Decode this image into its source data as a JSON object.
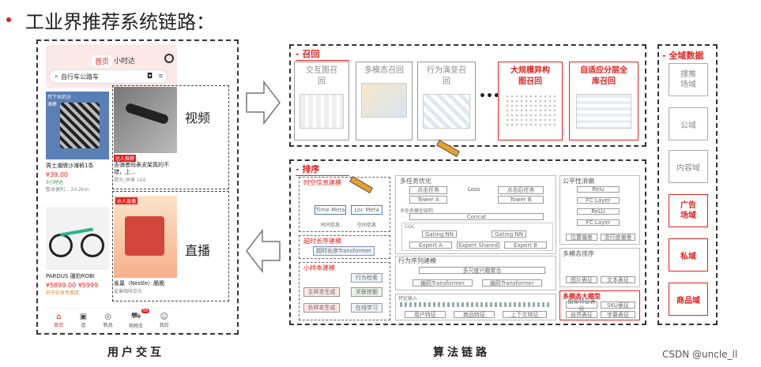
{
  "page": {
    "title": "工业界推荐系统链路：",
    "left_caption": "用户交互",
    "right_caption": "算法链路",
    "watermark": "CSDN @uncle_ll"
  },
  "phone": {
    "tab_home": "首页",
    "tab_hour": "小时达",
    "search_text": "自行车公路车",
    "cards": [
      {
        "tag": "可下水的沙滩裤",
        "title": "男士潮牌沙滩裤1条",
        "price": "¥39.00",
        "sub": "3小时达",
        "meta": "整本便利... 24.2km"
      },
      {
        "tag": "达人推荐",
        "title": "吉骑者码表支架真的不错，上...",
        "meta": "提问_绅章  104"
      },
      {
        "title": "PARDUS 珊豹ROBI",
        "price": "¥5899.00 ¥5999",
        "sub": "好于实体专卖店"
      },
      {
        "tag": "达人直播",
        "title": "雀巢（Nestle）脆脆",
        "meta": "雀巢咖啡京东"
      }
    ],
    "nav": [
      "首页",
      "逛",
      "新品",
      "购物车",
      "我的"
    ],
    "cart_badge": "55",
    "video_label": "视频",
    "live_label": "直播"
  },
  "recall": {
    "title": "- 召回",
    "cards": [
      {
        "name": "交互图召回"
      },
      {
        "name": "多模态召回"
      },
      {
        "name": "行为演变召回"
      },
      {
        "name": "大规模异构图召回"
      },
      {
        "name": "自适应分层全库召回"
      }
    ],
    "ellipsis": "•••"
  },
  "ranking": {
    "title": "- 排序",
    "spatiotemporal": {
      "title": "时空信息建模",
      "time_meta": "Time Meta",
      "loc_meta": "Loc Meta",
      "time_info": "时间信息",
      "space_info": "空间信息"
    },
    "lifelong": {
      "title": "超时长序建模",
      "model": "超时长序Transformer"
    },
    "fewshot": {
      "title": "小样本建模",
      "a1": "行为检索",
      "a2": "主样本生成",
      "a3": "关联挖掘",
      "a4": "负样本生成",
      "a5": "在线学习"
    },
    "multitask": {
      "title": "多任务优化",
      "task_a": "点击任务",
      "loss": "Loss",
      "task_b": "点击后任务",
      "tower_a": "Tower A",
      "tower_b": "Tower B",
      "sub": "多任务模型结构",
      "concat": "Concat",
      "cgc": "CGC",
      "gate_a": "Gating NN",
      "gate_b": "Gating NN",
      "expert_a": "Expert A",
      "expert_shared": "Expert Shared",
      "expert_b": "Expert B"
    },
    "behavior": {
      "title": "行为序列建模",
      "fusion": "多尺度兴趣聚合",
      "tf1": "编码Transformer",
      "tf2": "编码Transformer"
    },
    "feature": {
      "title": "特征输入",
      "items": [
        "用户特征",
        "商品特征",
        "上下文特征"
      ]
    },
    "fairness": {
      "title": "公平性消偏",
      "items": [
        "Relu",
        "FC Layer",
        "ReLU",
        "FC Layer"
      ],
      "b1": "位置偏差",
      "b2": "流行度偏差"
    },
    "mm_rank": {
      "title": "多模态排序",
      "b1": "图片表征",
      "b2": "文本表征"
    },
    "mm_llm": {
      "title": "多模态大模型",
      "items": [
        "图像特征表征",
        "SKU表征",
        "自然表征",
        "字幕表征"
      ]
    }
  },
  "domains": {
    "title": "- 全域数据",
    "items": [
      "搜推场域",
      "公域",
      "内容域",
      "广告场域",
      "私域",
      "商品域"
    ]
  }
}
